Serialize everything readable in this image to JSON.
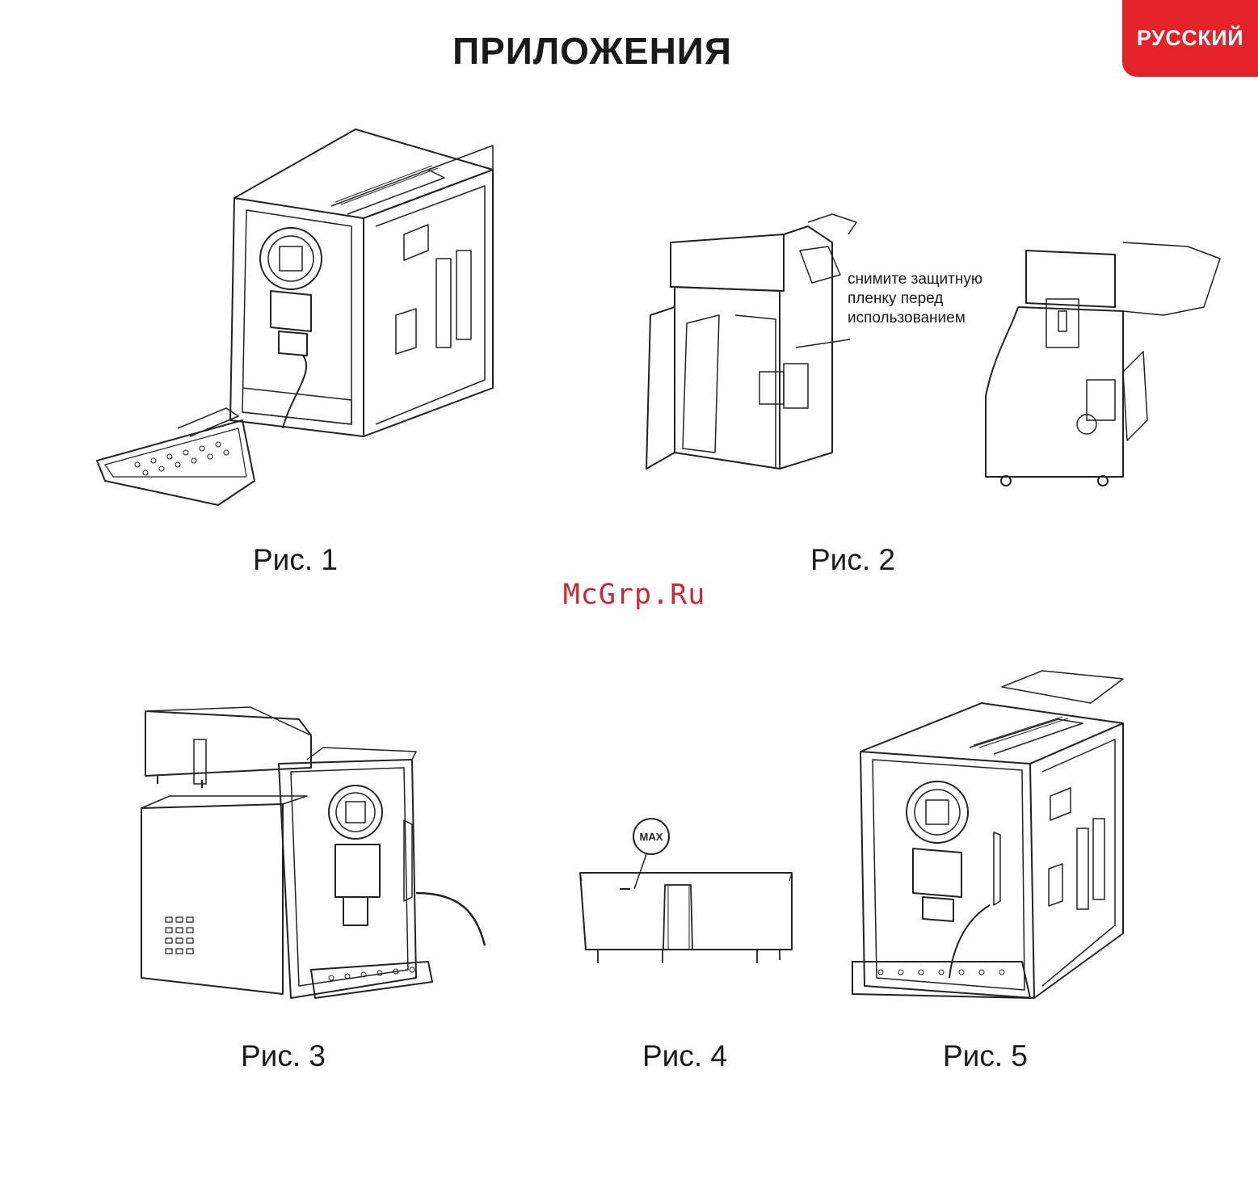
{
  "header": {
    "title": "ПРИЛОЖЕНИЯ",
    "language_badge": "РУССКИЙ",
    "badge_color": "#e3222a"
  },
  "figures": [
    {
      "caption": "Рис. 1"
    },
    {
      "caption": "Рис. 2",
      "note_lines": [
        "снимите защитную",
        "пленку перед",
        "использованием"
      ]
    },
    {
      "caption": "Рис. 3"
    },
    {
      "caption": "Рис. 4",
      "marking": "MAX"
    },
    {
      "caption": "Рис. 5"
    }
  ],
  "watermark": {
    "text": "McGrp.Ru",
    "color": "#cf2630"
  }
}
